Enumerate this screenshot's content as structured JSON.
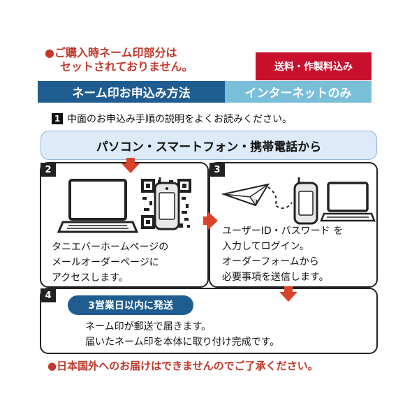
{
  "notice_top": {
    "line1": "●ご購入時ネーム印部分は",
    "line2": "セットされておりません。"
  },
  "badge_red": "送料・作製料込み",
  "header": {
    "left": "ネーム印お申込み方法",
    "right": "インターネットのみ"
  },
  "step1": {
    "num": "1",
    "text": "中面のお申込み手順の説明をよくお読みください。"
  },
  "banner": "パソコン・スマートフォン・携帯電話から",
  "step2": {
    "num": "2",
    "line1": "タニエバーホームページの",
    "line2": "メールオーダーページに",
    "line3": "アクセスします。"
  },
  "step3": {
    "num": "3",
    "line1": "ユーザーID・パスワード を",
    "line2": "入力してログイン。",
    "line3": "オーダーフォームから",
    "line4": "必要事項を送信します。"
  },
  "step4": {
    "num": "4",
    "pill": "3営業日以内に発送",
    "line1": "ネーム印が郵送で届きます。",
    "line2": "届いたネーム印を本体に取り付け完成です。"
  },
  "notice_bottom": "●日本国外へのお届けはできませんのでご了承ください。",
  "colors": {
    "red": "#c8102e",
    "navy": "#1f5d91",
    "light_blue": "#79bfd9",
    "banner_bg": "#dcebf7",
    "arrow": "#d9432b"
  }
}
